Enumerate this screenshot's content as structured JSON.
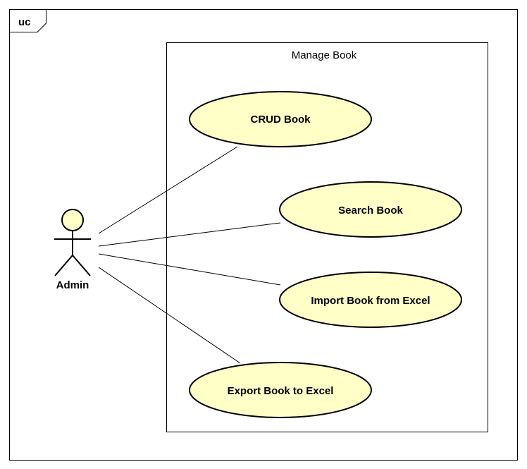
{
  "frame": {
    "tag": "uc"
  },
  "boundary": {
    "title": "Manage Book"
  },
  "actor": {
    "name": "Admin",
    "fill": "#ffffc8"
  },
  "use_cases": [
    {
      "id": "crud",
      "label": "CRUD Book"
    },
    {
      "id": "search",
      "label": "Search Book"
    },
    {
      "id": "import",
      "label": "Import Book from Excel"
    },
    {
      "id": "export",
      "label": "Export Book to Excel"
    }
  ],
  "colors": {
    "use_case_fill": "#ffffc8",
    "stroke": "#000000"
  }
}
